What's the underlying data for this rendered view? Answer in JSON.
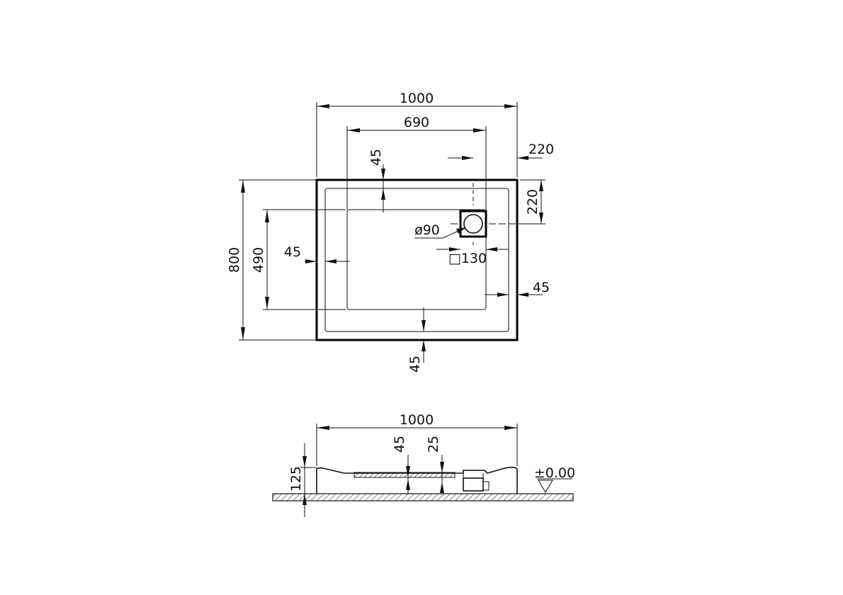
{
  "plan": {
    "overall_width": "1000",
    "inner_width": "690",
    "top_margin": "45",
    "drain_offset_x": "220",
    "drain_offset_y": "220",
    "overall_depth": "800",
    "inner_depth": "490",
    "left_margin": "45",
    "drain_diameter": "ø90",
    "drain_square": "□130",
    "right_margin": "45",
    "bottom_margin": "45"
  },
  "section": {
    "overall_width": "1000",
    "depth_45": "45",
    "depth_25": "25",
    "height": "125",
    "level": "±0.00"
  }
}
